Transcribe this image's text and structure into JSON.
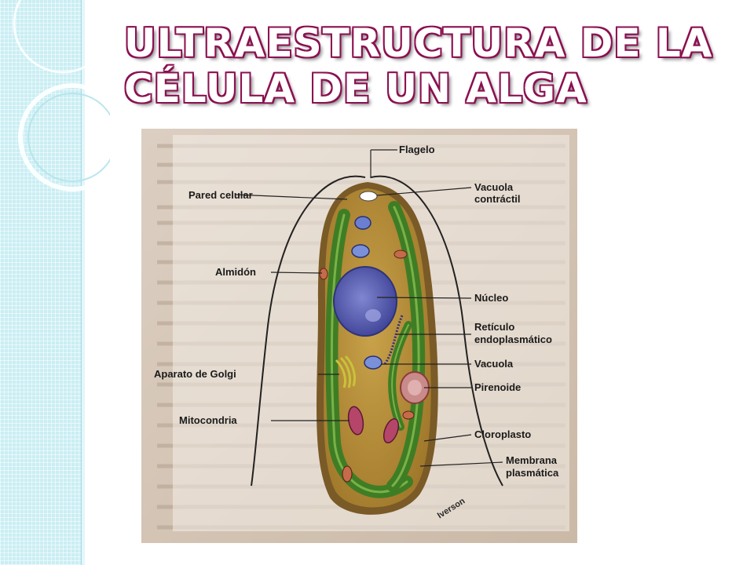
{
  "slide": {
    "title_line1": "ULTRAESTRUCTURA DE LA",
    "title_line2": "CÉLULA DE UN ALGA"
  },
  "diagram": {
    "labels": {
      "flagelo": "Flagelo",
      "pared_celular": "Pared celular",
      "vacuola_contractil_1": "Vacuola",
      "vacuola_contractil_2": "contráctil",
      "almidon": "Almidón",
      "nucleo": "Núcleo",
      "reticulo_1": "Retículo",
      "reticulo_2": "endoplasmático",
      "vacuola": "Vacuola",
      "golgi": "Aparato de Golgi",
      "pirenoide": "Pirenoide",
      "mitocondria": "Mitocondria",
      "cloroplasto": "Cloroplasto",
      "membrana_1": "Membrana",
      "membrana_2": "plasmática"
    },
    "signature": "Iverson"
  },
  "colors": {
    "title_fill": "#ffffff",
    "title_outline": "#8b1050",
    "band": "#c9eef3",
    "cytoplasm": "#b8923a",
    "chloroplast": "#4f8a2e",
    "nucleus": "#5a5fb5"
  }
}
